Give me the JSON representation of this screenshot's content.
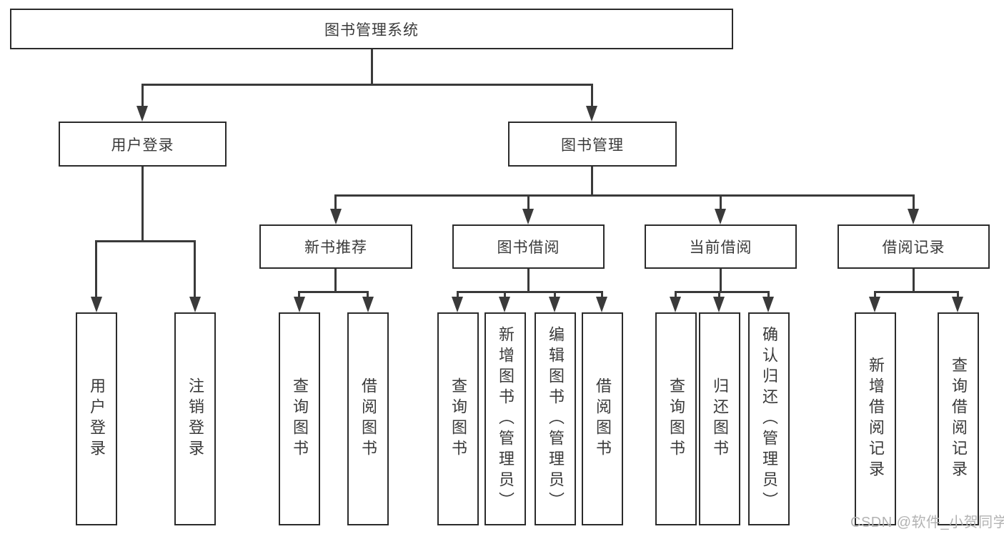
{
  "tree": {
    "root": "图书管理系统",
    "branches": [
      {
        "label": "用户登录",
        "leaves": [
          "用户登录",
          "注销登录"
        ]
      },
      {
        "label": "图书管理",
        "children": [
          {
            "label": "新书推荐",
            "leaves": [
              "查询图书",
              "借阅图书"
            ]
          },
          {
            "label": "图书借阅",
            "leaves": [
              "查询图书",
              "新增图书（管理员）",
              "编辑图书（管理员）",
              "借阅图书"
            ]
          },
          {
            "label": "当前借阅",
            "leaves": [
              "查询图书",
              "归还图书",
              "确认归还（管理员）"
            ]
          },
          {
            "label": "借阅记录",
            "leaves": [
              "新增借阅记录",
              "查询借阅记录"
            ]
          }
        ]
      }
    ]
  },
  "watermark": "CSDN @软件_小贺同学",
  "colors": {
    "line": "#3a3a3a",
    "border": "#2b2b2b",
    "text": "#3a3a3a",
    "watermark": "#b3b3b3",
    "background": "#ffffff"
  }
}
